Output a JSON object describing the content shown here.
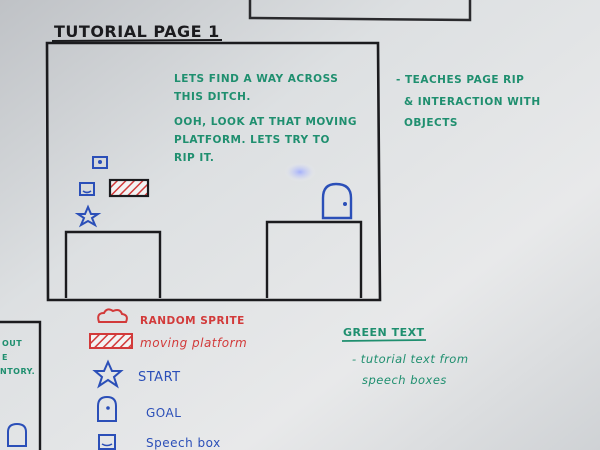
{
  "whiteboard": {
    "title": "TUTORIAL PAGE 1",
    "tutorial_text_line1": "LETS FIND A WAY ACROSS",
    "tutorial_text_line2": "THIS DITCH.",
    "tutorial_text_line3": "OOH, LOOK AT THAT MOVING",
    "tutorial_text_line4": "PLATFORM. LETS TRY TO",
    "tutorial_text_line5": "RIP IT.",
    "side_note_line1": "- TEACHES PAGE RIP",
    "side_note_line2": "& INTERACTION WITH",
    "side_note_line3": "OBJECTS",
    "legend_random_sprite": "RANDOM SPRITE",
    "legend_moving_platform": "moving platform",
    "legend_start": "START",
    "legend_goal": "GOAL",
    "legend_speech_box": "Speech box",
    "green_text_heading": "GREEN TEXT",
    "green_text_line1": "- tutorial text from",
    "green_text_line2": "speech boxes",
    "left_cut_line1": "OUT",
    "left_cut_line2": "E",
    "left_cut_line3": "NTORY."
  },
  "colors": {
    "board": "#d9dcde",
    "marker_black": "#1b1b1e",
    "marker_green": "#1f8f6f",
    "marker_red": "#d23a3a",
    "marker_blue": "#2b4fb8"
  }
}
